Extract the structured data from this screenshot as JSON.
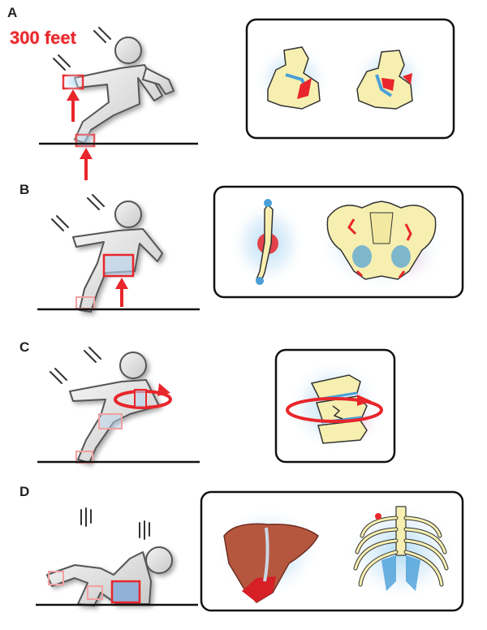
{
  "panels": [
    {
      "label": "A",
      "annotation": "300 feet"
    },
    {
      "label": "B"
    },
    {
      "label": "C"
    },
    {
      "label": "D"
    }
  ],
  "colors": {
    "impact_red": "#e8262b",
    "bone": "#f7efb0",
    "cartilage_blue": "#4a9fd8",
    "figure_gray": "#d9d9d9",
    "liver": "#b5573f"
  }
}
